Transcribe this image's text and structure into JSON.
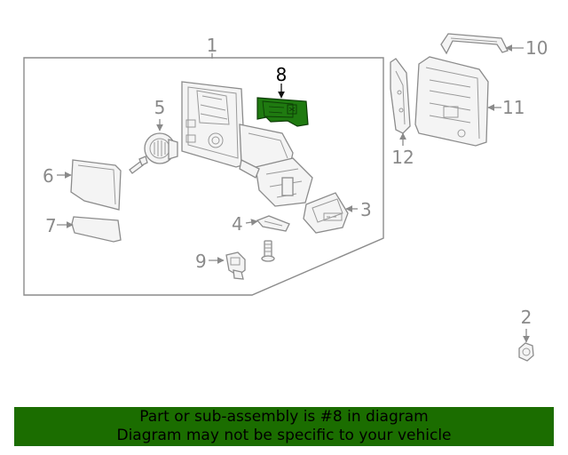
{
  "callouts": [
    "1",
    "2",
    "3",
    "4",
    "5",
    "6",
    "7",
    "8",
    "9",
    "10",
    "11",
    "12"
  ],
  "highlighted_part": "8",
  "colors": {
    "highlight_fill": "#1f7a10",
    "banner_background": "#1b6d00",
    "line_gray": "#8a8a8a",
    "callout_highlight_text": "#000000"
  },
  "banner": {
    "line1": "Part or sub-assembly is #8 in diagram",
    "line2": "Diagram may not be specific to your vehicle"
  }
}
